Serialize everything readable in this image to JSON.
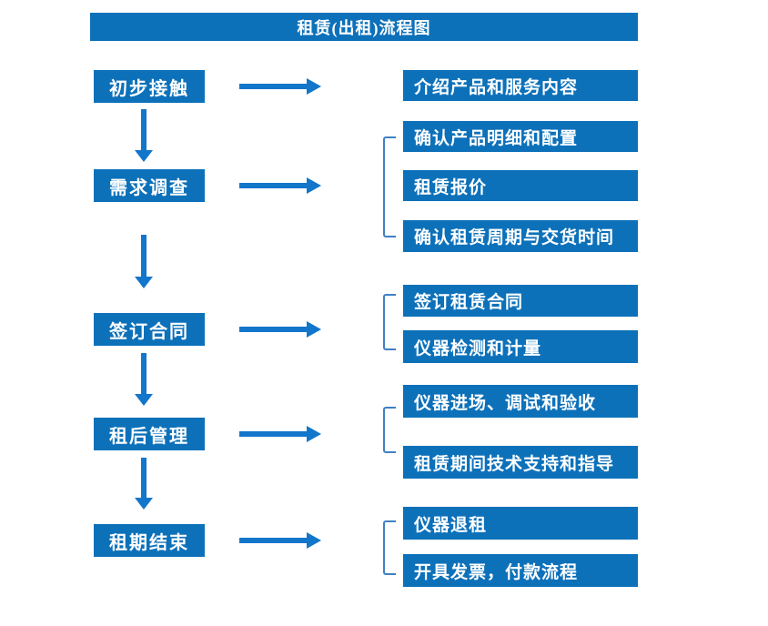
{
  "title": "租赁(出租)流程图",
  "colors": {
    "box_blue": "#0d71ba",
    "arrow_blue": "#1276cb",
    "bracket_blue": "#4080c4",
    "text_white": "#ffffff"
  },
  "stages": [
    {
      "label": "初步接触",
      "steps": [
        "介绍产品和服务内容"
      ]
    },
    {
      "label": "需求调查",
      "steps": [
        "确认产品明细和配置",
        "租赁报价",
        "确认租赁周期与交货时间"
      ]
    },
    {
      "label": "签订合同",
      "steps": [
        "签订租赁合同",
        "仪器检测和计量"
      ]
    },
    {
      "label": "租后管理",
      "steps": [
        "仪器进场、调试和验收",
        "租赁期间技术支持和指导"
      ]
    },
    {
      "label": "租期结束",
      "steps": [
        "仪器退租",
        "开具发票，付款流程"
      ]
    }
  ]
}
